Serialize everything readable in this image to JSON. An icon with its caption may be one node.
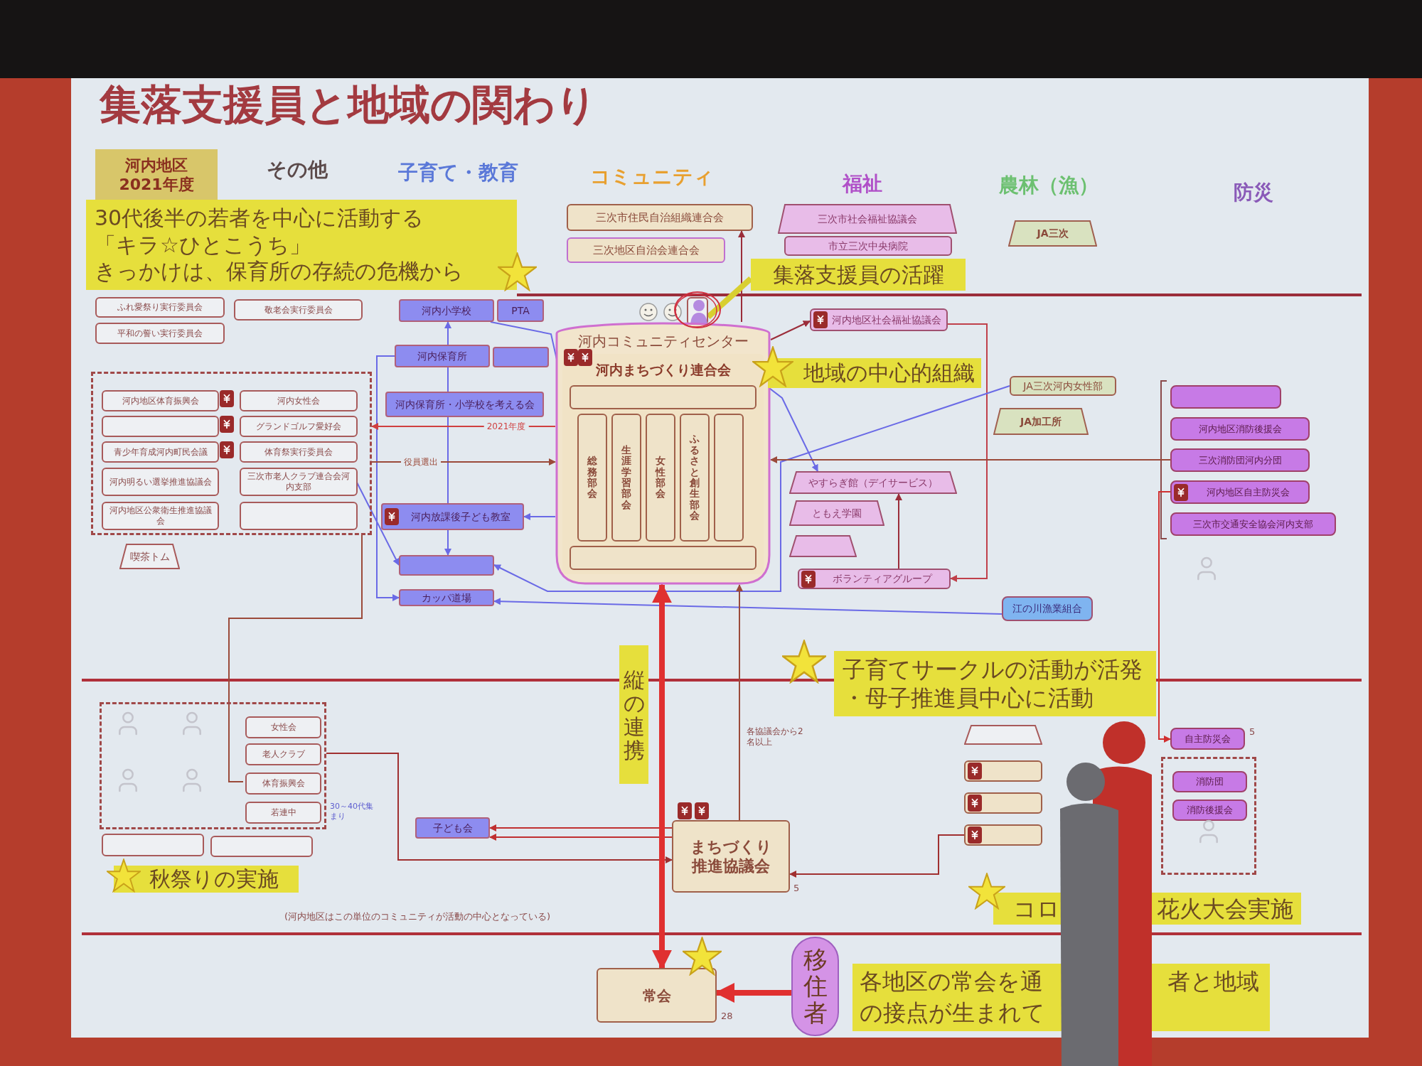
{
  "diagram": {
    "title": "集落支援員と地域の関わり",
    "nodes": [
      {
        "text": [
          "河内地区",
          "2021年度"
        ]
      },
      {
        "text": [
          "30代後半の若者を中心に活動する",
          "「キラ☆ひとこうち」",
          "きっかけは、保育所の存続の危機から"
        ]
      },
      {
        "text": [
          "ふれ愛祭り実行委員会"
        ]
      },
      {
        "text": [
          "敬老会実行委員会"
        ]
      },
      {
        "text": [
          "平和の誓い実行委員会"
        ]
      },
      {
        "text": [],
        "shape": "box"
      },
      {
        "text": [
          "河内地区体育振興会"
        ],
        "in": 5
      },
      {
        "text": [
          "河内女性会"
        ],
        "in": 5
      },
      {
        "text": [],
        "shape": "box",
        "in": 5
      },
      {
        "text": [
          "グランドゴルフ愛好会"
        ],
        "in": 5
      },
      {
        "text": [
          "青少年育成河内町民会議"
        ],
        "in": 5
      },
      {
        "text": [
          "体育祭実行委員会"
        ],
        "in": 5
      },
      {
        "text": [
          "河内明るい選挙推進協議会"
        ],
        "in": 5
      },
      {
        "text": [
          "三次市老人クラブ連合会河内支部"
        ],
        "in": 5
      },
      {
        "text": [
          "河内地区公衆衛生推進協議会"
        ],
        "in": 5
      },
      {
        "text": [],
        "shape": "box",
        "in": 5
      },
      {
        "text": [
          "喫茶トム"
        ]
      },
      {
        "text": [
          "河内小学校"
        ]
      },
      {
        "text": [
          "PTA"
        ]
      },
      {
        "text": [
          "河内保育所"
        ]
      },
      {
        "text": [],
        "shape": "box"
      },
      {
        "text": [
          "河内保育所・小学校を考える会"
        ]
      },
      {
        "text": [
          "河内放課後子ども教室"
        ]
      },
      {
        "text": [],
        "shape": "box"
      },
      {
        "text": [
          "カッパ道場"
        ]
      },
      {
        "text": [
          "三次市住民自治組織連合会"
        ]
      },
      {
        "text": [
          "三次地区自治会連合会"
        ]
      },
      {
        "text": [],
        "shape": "person"
      },
      {
        "text": [
          "集落支援員の活躍"
        ]
      },
      {
        "text": [
          "河内コミュニティセンター"
        ]
      },
      {
        "text": [
          "河内まちづくり連合会"
        ],
        "in": 29
      },
      {
        "text": [],
        "shape": "box",
        "in": 30
      },
      {
        "text": [
          "総務部会"
        ],
        "in": 30
      },
      {
        "text": [
          "生涯学習部会"
        ],
        "in": 30
      },
      {
        "text": [
          "女性部会"
        ],
        "in": 30
      },
      {
        "text": [
          "ふるさと創生部会"
        ],
        "in": 30
      },
      {
        "text": [],
        "shape": "box",
        "in": 30
      },
      {
        "text": [],
        "shape": "box",
        "in": 30
      },
      {
        "text": [
          "地域の中心的組織"
        ]
      },
      {
        "text": [
          "三次市社会福祉協議会"
        ]
      },
      {
        "text": [
          "市立三次中央病院"
        ]
      },
      {
        "text": [
          "河内地区社会福祉協議会"
        ]
      },
      {
        "text": [
          "やすらぎ館（デイサービス）"
        ]
      },
      {
        "text": [
          "ともえ学園"
        ]
      },
      {
        "text": [],
        "shape": "box"
      },
      {
        "text": [
          "ボランティアグループ"
        ]
      },
      {
        "text": [
          "JA三次"
        ]
      },
      {
        "text": [
          "JA三次河内女性部"
        ]
      },
      {
        "text": [
          "JA加工所"
        ]
      },
      {
        "text": [
          "江の川漁業組合"
        ]
      },
      {
        "text": [],
        "shape": "box"
      },
      {
        "text": [
          "河内地区消防後援会"
        ]
      },
      {
        "text": [
          "三次消防団河内分団"
        ]
      },
      {
        "text": [
          "河内地区自主防災会"
        ]
      },
      {
        "text": [
          "三次市交通安全協会河内支部"
        ]
      },
      {
        "text": [
          "子育てサークルの活動が活発",
          "・母子推進員中心に活動"
        ]
      },
      {
        "text": [],
        "shape": "box"
      },
      {
        "text": [
          "女性会"
        ],
        "in": 56
      },
      {
        "text": [
          "老人クラブ"
        ],
        "in": 56
      },
      {
        "text": [
          "体育振興会"
        ],
        "in": 56
      },
      {
        "text": [
          "若連中"
        ],
        "in": 56
      },
      {
        "text": [],
        "shape": "box"
      },
      {
        "text": [],
        "shape": "box"
      },
      {
        "text": [
          "秋祭りの実施"
        ]
      },
      {
        "text": [
          "子ども会"
        ]
      },
      {
        "text": [
          "まちづくり推進協議会"
        ],
        "beside": [
          "5"
        ]
      },
      {
        "text": [
          "縦の連携"
        ]
      },
      {
        "text": [
          "常会"
        ],
        "beside": [
          "28"
        ]
      },
      {
        "text": [
          "移住者"
        ]
      },
      {
        "text": [
          "各地区の常会を通",
          "者と地域",
          "の接点が生まれて"
        ]
      },
      {
        "text": [],
        "shape": "box"
      },
      {
        "text": [],
        "shape": "box"
      },
      {
        "text": [],
        "shape": "box"
      },
      {
        "text": [],
        "shape": "box"
      },
      {
        "text": [
          "自主防災会"
        ],
        "beside": [
          "5"
        ]
      },
      {
        "text": [],
        "shape": "box"
      },
      {
        "text": [
          "消防団"
        ],
        "in": 75
      },
      {
        "text": [
          "消防後援会"
        ],
        "in": 75
      },
      {
        "text": [
          "コロ",
          "花火大会実施"
        ]
      }
    ],
    "edges": [
      {
        "from": 29,
        "to": 25,
        "arrow": "to",
        "color": "#9b2d3a"
      },
      {
        "from": 29,
        "to": 41,
        "arrow": "to",
        "color": "#9b2d3a"
      },
      {
        "from": 41,
        "to": 45,
        "arrow": "to",
        "color": "#c0404a"
      },
      {
        "from": 45,
        "to": 42,
        "arrow": "to",
        "color": "#9b2d3a"
      },
      {
        "from": 17,
        "to": 42,
        "arrow": "to"
      },
      {
        "from": 47,
        "to": 23,
        "arrow": "to"
      },
      {
        "from": 49,
        "to": 24,
        "arrow": "to"
      },
      {
        "from": 29,
        "to": 22,
        "arrow": "to"
      },
      {
        "from": 19,
        "to": 17,
        "arrow": "to"
      },
      {
        "from": 19,
        "to": 21,
        "arrow": "none"
      },
      {
        "from": 21,
        "to": 22,
        "arrow": "none"
      },
      {
        "from": 22,
        "to": 23,
        "arrow": "to"
      },
      {
        "from": 19,
        "to": 24,
        "arrow": "to"
      },
      {
        "from": 13,
        "to": 23,
        "arrow": "to"
      },
      {
        "from": 29,
        "to": 5,
        "arrow": "to",
        "label": "2021年度",
        "color": "#d04040"
      },
      {
        "from": 5,
        "to": 29,
        "arrow": "to",
        "label": "役員選出",
        "color": "#9b4a3a"
      },
      {
        "from": 52,
        "to": 29,
        "arrow": "to",
        "color": "#9b4a3a"
      },
      {
        "from": 53,
        "to": 74,
        "arrow": "to",
        "color": "#d03030"
      },
      {
        "from": 56,
        "to": 65,
        "arrow": "to",
        "color": "#a03030"
      },
      {
        "from": 65,
        "to": 64,
        "arrow": "to",
        "color": "#c03030"
      },
      {
        "from": 65,
        "to": 64,
        "arrow": "to",
        "color": "#c03030"
      },
      {
        "from": 73,
        "to": 65,
        "arrow": "to",
        "color": "#a03030"
      },
      {
        "from": 65,
        "to": 29,
        "arrow": "to",
        "color": "#9b4a3a"
      },
      {
        "from": 5,
        "to": 59,
        "arrow": "none",
        "color": "#9b4a3a"
      },
      {
        "from": 29,
        "to": 67,
        "arrow": "both",
        "style": "thick",
        "color": "#e03030"
      },
      {
        "from": 68,
        "to": 67,
        "arrow": "to",
        "style": "thick",
        "color": "#e03030"
      },
      {
        "from": 28,
        "to": 27,
        "arrow": "none",
        "style": "thick",
        "color": "#d8cf30"
      }
    ],
    "labels": [
      "その他",
      "子育て・教育",
      "コミュニティ",
      "福祉",
      "農林（漁）",
      "防災",
      "30～40代集まり",
      "各協議会から2名以上",
      "(河内地区はこの単位のコミュニティが活動の中心となっている)"
    ]
  }
}
